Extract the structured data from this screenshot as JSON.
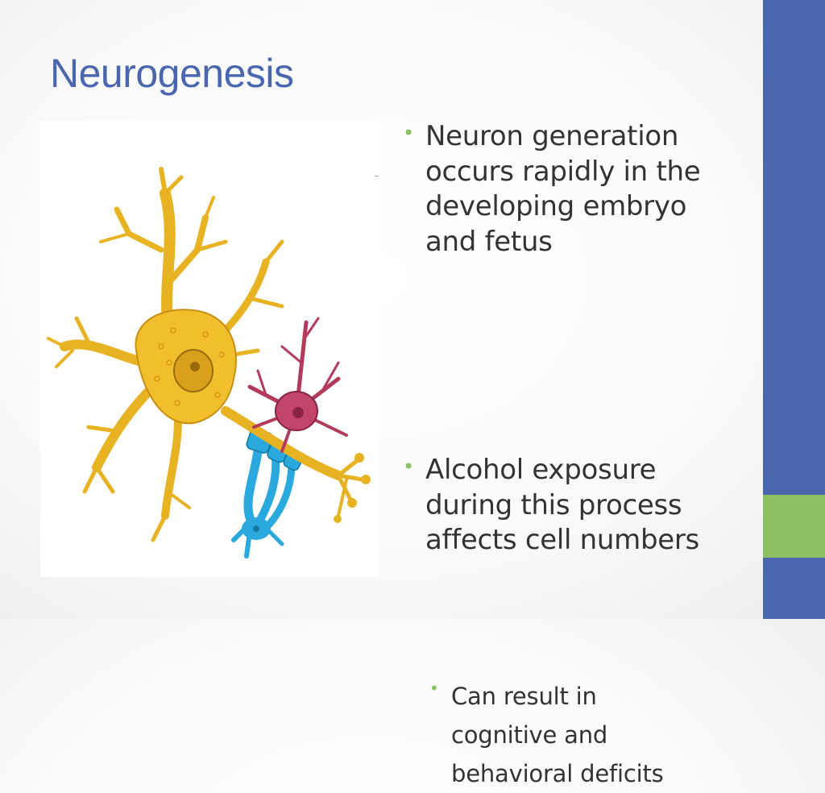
{
  "slide": {
    "title": "Neurogenesis",
    "bullets": [
      {
        "text": "Neuron generation\noccurs rapidly in the\ndeveloping embryo\nand fetus"
      },
      {
        "text": "Alcohol exposure\nduring this process\naffects cell numbers"
      }
    ],
    "sub_bullet": {
      "text": "Can result in\ncognitive and\nbehavioral deficits"
    },
    "bullet_glyph": "•",
    "illustration_icon": "neuron-cells-illustration",
    "colors": {
      "accent_blue": "#4a66ae",
      "accent_green": "#8cc063",
      "text": "#333333",
      "neuron_yellow": "#e8b323",
      "glia_red": "#b23a5b",
      "oligodendrocyte_blue": "#2aa9de"
    }
  }
}
